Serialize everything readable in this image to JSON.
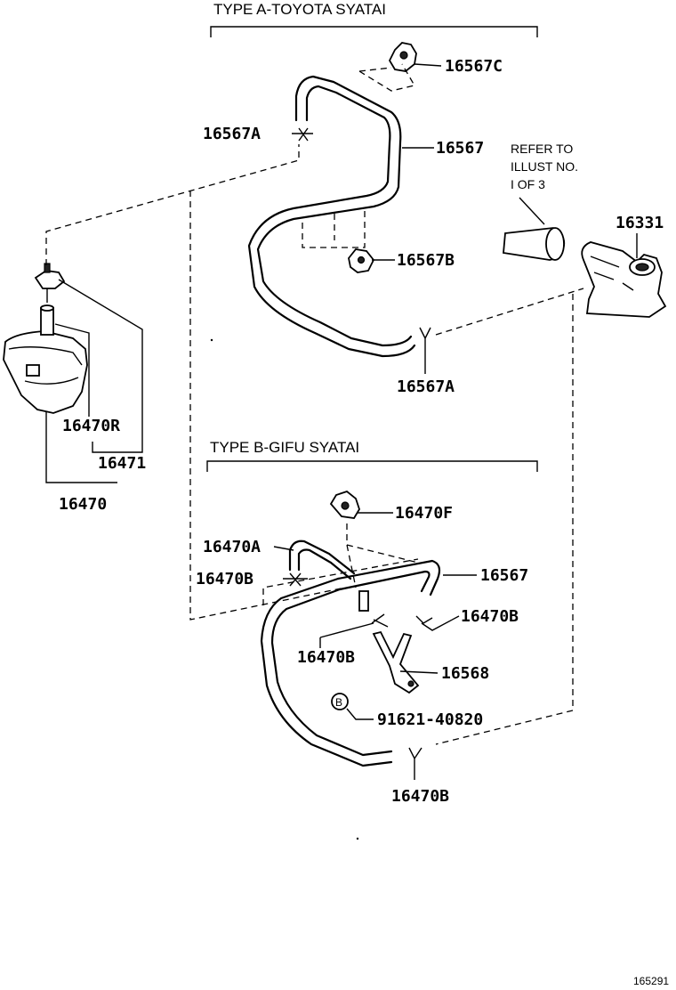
{
  "sections": {
    "type_a_title": "TYPE A-TOYOTA SYATAI",
    "type_b_title": "TYPE B-GIFU SYATAI"
  },
  "refer_note": {
    "line1": "REFER TO",
    "line2": "ILLUST NO.",
    "line3": "I OF 3"
  },
  "labels": {
    "a_16567C": "16567C",
    "a_16567A_left": "16567A",
    "a_16567": "16567",
    "a_16567B": "16567B",
    "a_16567A_bottom": "16567A",
    "p_16331": "16331",
    "t_16470R": "16470R",
    "t_16471": "16471",
    "t_16470": "16470",
    "b_16470F": "16470F",
    "b_16470A": "16470A",
    "b_16470B_left": "16470B",
    "b_16567": "16567",
    "b_16470B_right": "16470B",
    "b_16470B_mid": "16470B",
    "b_16568": "16568",
    "b_bolt_mark": "B",
    "b_91621": "91621-40820",
    "b_16470B_bottom": "16470B"
  },
  "figure_code": "165291"
}
